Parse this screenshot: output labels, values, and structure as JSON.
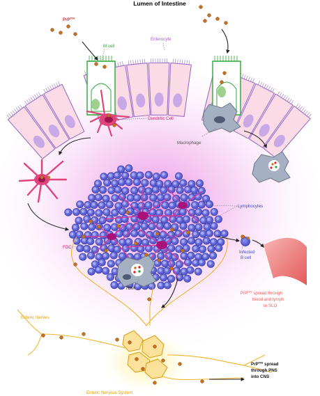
{
  "title": "Lumen of Intestine",
  "labels": {
    "prp_main": "PrP",
    "prp_sup": "res",
    "m_cell": "M cell",
    "enterocyte": "Enterocyte",
    "dendritic_cell": "Dendritic Cell",
    "macrophage": "Macrophage",
    "lymphocytes": "Lymphocytes",
    "fdc": "FDC",
    "infected_b_cell_1": "Infected",
    "infected_b_cell_2": "B cell",
    "tbm": "TBM",
    "spread_blood_1a": "PrP",
    "spread_blood_1sup": "res",
    "spread_blood_1b": " spread through",
    "spread_blood_2": "blood and lymph",
    "spread_blood_3": "to SLO",
    "enteric_nerves": "Enteric Nerves",
    "enteric_nervous_system": "Enteric Nervous System",
    "spread_pns_1a": "PrP",
    "spread_pns_1sup": "res",
    "spread_pns_1b": " spread",
    "spread_pns_2": "through PNS",
    "spread_pns_3": "into CNS"
  },
  "colors": {
    "prion_particle": "#c8701e",
    "epithelium_fill": "#fbdbe6",
    "epithelium_stroke": "#9b6fc4",
    "nucleus": "#c9a8e6",
    "m_cell_stroke": "#2aa838",
    "dendritic_cell": "#e0427a",
    "macrophage": "#a5b0c2",
    "lymphocyte": "#5e62d8",
    "fdc": "#d13b9d",
    "nerve": "#f0b429",
    "blood_vessel": "#e45a5a",
    "label_red": "#e3242b",
    "label_green": "#2aa838",
    "label_purple": "#9b59d0",
    "label_magenta": "#d0186b",
    "label_gray": "#555555",
    "label_blue": "#3a4fd6",
    "label_orange": "#e0a100",
    "label_salmon": "#ef5b5b"
  }
}
